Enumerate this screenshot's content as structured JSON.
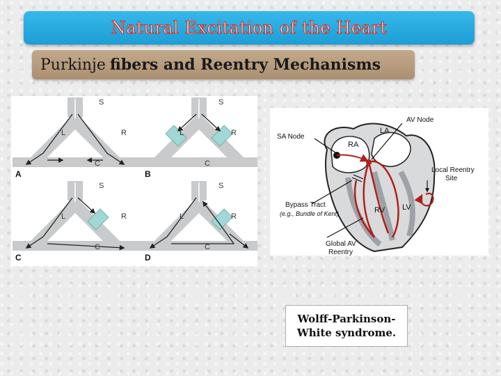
{
  "slide": {
    "title": "Natural Excitation of the Heart",
    "subtitle_normal": "Purkinje",
    "subtitle_bold": "fibers and Reentry Mechanisms",
    "caption_line1": "Wolff-Parkinson-",
    "caption_line2": "White syndrome."
  },
  "purkinje_diagram": {
    "panels": [
      {
        "letter": "A",
        "s": "S",
        "l": "L",
        "r": "R",
        "c": "C"
      },
      {
        "letter": "B",
        "s": "S",
        "l": "L",
        "r": "R",
        "c": "C"
      },
      {
        "letter": "C",
        "s": "S",
        "l": "L",
        "r": "R",
        "c": "C"
      },
      {
        "letter": "D",
        "s": "S",
        "l": "L",
        "r": "R",
        "c": "C"
      }
    ]
  },
  "heart_diagram": {
    "av_node": "AV Node",
    "sa_node": "SA Node",
    "la": "LA",
    "ra": "RA",
    "local_reentry_1": "Local Reentry",
    "local_reentry_2": "Site",
    "bypass_tract": "Bypass Tract",
    "bypass_example": "(e.g., Bundle of Kent)",
    "rv": "RV",
    "lv": "LV",
    "global_av_1": "Global AV",
    "global_av_2": "Reentry"
  },
  "colors": {
    "title_bar": "#1d9ed6",
    "title_text_outline": "#c4342c",
    "subtitle_bar": "#ab8f71",
    "fiber_gray": "#c8cacc",
    "block_teal": "#9fd8d6",
    "heart_red": "#b0201a"
  }
}
